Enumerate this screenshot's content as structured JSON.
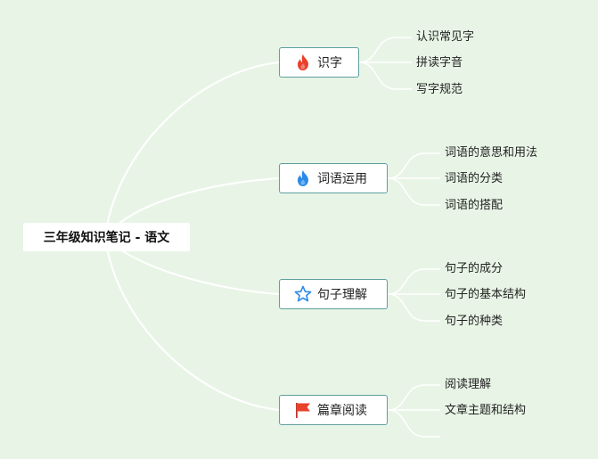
{
  "root": {
    "title": "三年级知识笔记 - 语文"
  },
  "branches": [
    {
      "label": "识字",
      "icon": "fire-red-icon",
      "leaves": [
        "认识常见字",
        "拼读字音",
        "写字规范"
      ]
    },
    {
      "label": "词语运用",
      "icon": "fire-blue-icon",
      "leaves": [
        "词语的意思和用法",
        "词语的分类",
        "词语的搭配"
      ]
    },
    {
      "label": "句子理解",
      "icon": "star-outline-icon",
      "leaves": [
        "句子的成分",
        "句子的基本结构",
        "句子的种类"
      ]
    },
    {
      "label": "篇章阅读",
      "icon": "red-flag-icon",
      "leaves": [
        "阅读理解",
        "文章主题和结构"
      ]
    }
  ]
}
